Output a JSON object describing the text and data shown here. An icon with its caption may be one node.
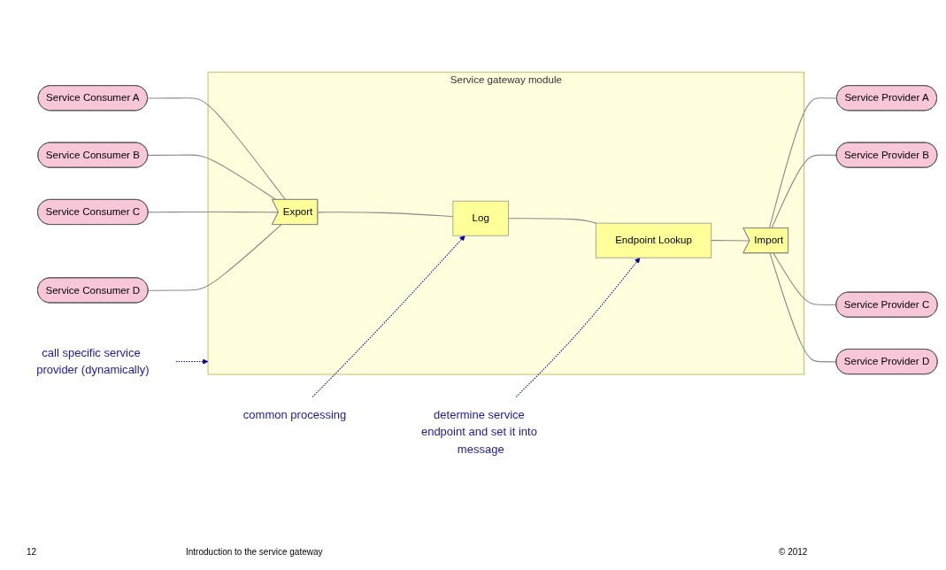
{
  "diagram": {
    "nodes": [
      {
        "text": [
          "Service gateway module"
        ]
      },
      {
        "text": [
          "Export"
        ],
        "in": 0
      },
      {
        "text": [
          "Log"
        ],
        "in": 0
      },
      {
        "text": [
          "Endpoint Lookup"
        ],
        "in": 0
      },
      {
        "text": [
          "Import"
        ],
        "in": 0
      },
      {
        "text": [
          "Service Consumer A"
        ]
      },
      {
        "text": [
          "Service Consumer B"
        ]
      },
      {
        "text": [
          "Service Consumer C"
        ]
      },
      {
        "text": [
          "Service Consumer D"
        ]
      },
      {
        "text": [
          "Service Provider A"
        ]
      },
      {
        "text": [
          "Service Provider B"
        ]
      },
      {
        "text": [
          "Service Provider C"
        ]
      },
      {
        "text": [
          "Service Provider D"
        ]
      },
      {
        "text": [
          "common processing"
        ]
      },
      {
        "text": [
          "determine service endpoint and set it into message"
        ]
      },
      {
        "text": [
          "call specific service provider (dynamically)"
        ]
      }
    ],
    "edges": [
      {
        "from": 5,
        "to": 1,
        "arrow": "none"
      },
      {
        "from": 6,
        "to": 1,
        "arrow": "none"
      },
      {
        "from": 7,
        "to": 1,
        "arrow": "none"
      },
      {
        "from": 8,
        "to": 1,
        "arrow": "none"
      },
      {
        "from": 1,
        "to": 2,
        "arrow": "none"
      },
      {
        "from": 2,
        "to": 3,
        "arrow": "none"
      },
      {
        "from": 3,
        "to": 4,
        "arrow": "none"
      },
      {
        "from": 4,
        "to": 9,
        "arrow": "none"
      },
      {
        "from": 4,
        "to": 10,
        "arrow": "none"
      },
      {
        "from": 4,
        "to": 11,
        "arrow": "none"
      },
      {
        "from": 4,
        "to": 12,
        "arrow": "none"
      },
      {
        "from": 13,
        "to": 2,
        "arrow": "to",
        "style": "dashed",
        "color": "#000099"
      },
      {
        "from": 14,
        "to": 3,
        "arrow": "to",
        "style": "dashed",
        "color": "#000099"
      },
      {
        "from": 15,
        "to": 0,
        "arrow": "to",
        "style": "dashed",
        "color": "#000099"
      }
    ],
    "labels": [
      "12",
      "Introduction to the service gateway",
      "© 2012"
    ]
  }
}
